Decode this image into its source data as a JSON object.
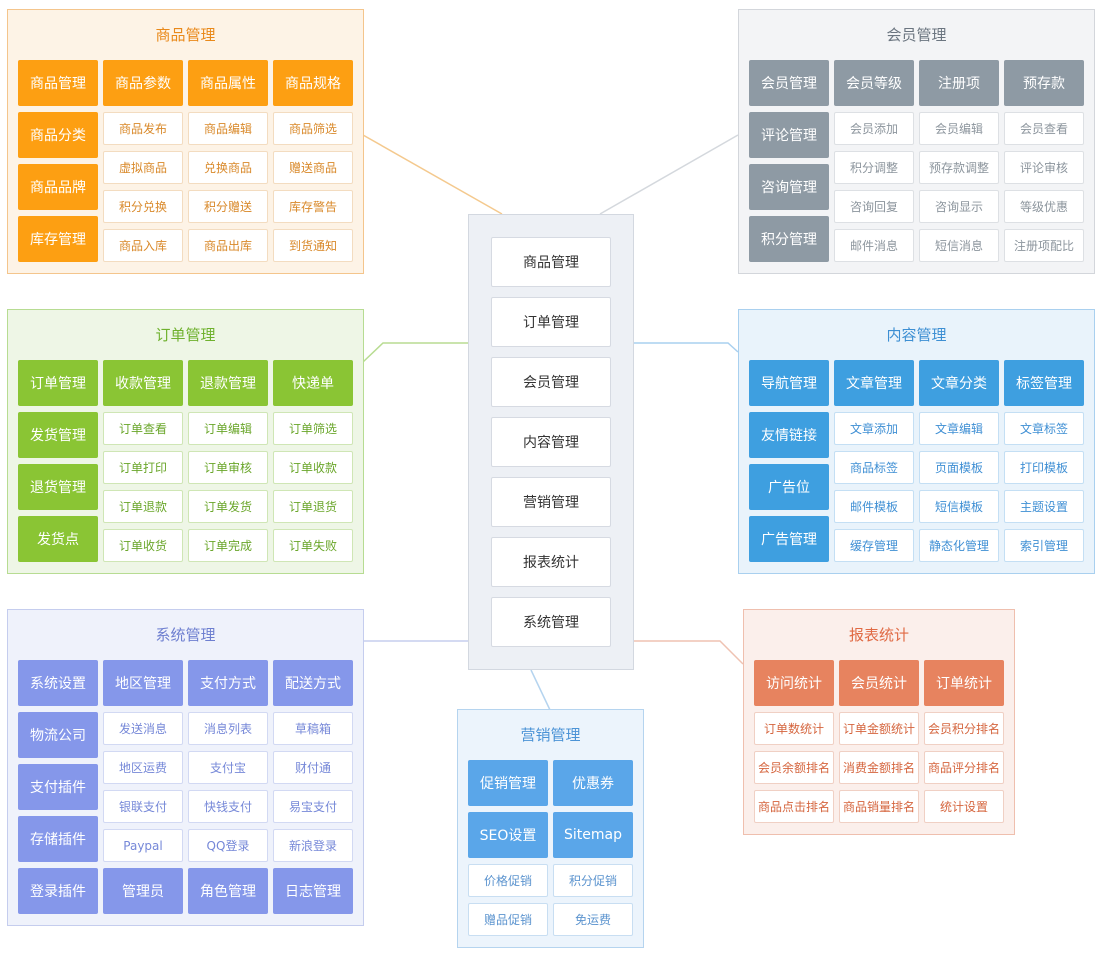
{
  "center": {
    "items": [
      "商品管理",
      "订单管理",
      "会员管理",
      "内容管理",
      "营销管理",
      "报表统计",
      "系统管理"
    ]
  },
  "colors": {
    "goods": "#fd9f12",
    "member": "#8e9aa4",
    "order": "#8ac534",
    "content": "#3e9fe0",
    "system": "#8597ea",
    "report": "#e7835f",
    "marketing": "#5aa6e9"
  },
  "goods": {
    "title": "商品管理",
    "solid": [
      "商品管理",
      "商品参数",
      "商品属性",
      "商品规格",
      "商品分类",
      "商品品牌",
      "库存管理"
    ],
    "outline": [
      "商品发布",
      "商品编辑",
      "商品筛选",
      "虚拟商品",
      "兑换商品",
      "赠送商品",
      "积分兑换",
      "积分赠送",
      "库存警告",
      "商品入库",
      "商品出库",
      "到货通知"
    ]
  },
  "member": {
    "title": "会员管理",
    "solid": [
      "会员管理",
      "会员等级",
      "注册项",
      "预存款",
      "评论管理",
      "咨询管理",
      "积分管理"
    ],
    "outline": [
      "会员添加",
      "会员编辑",
      "会员查看",
      "积分调整",
      "预存款调整",
      "评论审核",
      "咨询回复",
      "咨询显示",
      "等级优惠",
      "邮件消息",
      "短信消息",
      "注册项配比"
    ]
  },
  "order": {
    "title": "订单管理",
    "solid": [
      "订单管理",
      "收款管理",
      "退款管理",
      "快递单",
      "发货管理",
      "退货管理",
      "发货点"
    ],
    "outline": [
      "订单查看",
      "订单编辑",
      "订单筛选",
      "订单打印",
      "订单审核",
      "订单收款",
      "订单退款",
      "订单发货",
      "订单退货",
      "订单收货",
      "订单完成",
      "订单失败"
    ]
  },
  "content": {
    "title": "内容管理",
    "solid": [
      "导航管理",
      "文章管理",
      "文章分类",
      "标签管理",
      "友情链接",
      "广告位",
      "广告管理"
    ],
    "outline": [
      "文章添加",
      "文章编辑",
      "文章标签",
      "商品标签",
      "页面模板",
      "打印模板",
      "邮件模板",
      "短信模板",
      "主题设置",
      "缓存管理",
      "静态化管理",
      "索引管理"
    ]
  },
  "system": {
    "title": "系统管理",
    "solid": [
      "系统设置",
      "地区管理",
      "支付方式",
      "配送方式",
      "物流公司",
      "支付插件",
      "存储插件",
      "登录插件",
      "管理员",
      "角色管理",
      "日志管理"
    ],
    "outline": [
      "发送消息",
      "消息列表",
      "草稿箱",
      "地区运费",
      "支付宝",
      "财付通",
      "银联支付",
      "快钱支付",
      "易宝支付",
      "Paypal",
      "QQ登录",
      "新浪登录"
    ]
  },
  "report": {
    "title": "报表统计",
    "solid": [
      "访问统计",
      "会员统计",
      "订单统计"
    ],
    "outline": [
      "订单数统计",
      "订单金额统计",
      "会员积分排名",
      "会员余额排名",
      "消费金额排名",
      "商品评分排名",
      "商品点击排名",
      "商品销量排名",
      "统计设置"
    ]
  },
  "marketing": {
    "title": "营销管理",
    "solid": [
      "促销管理",
      "优惠券",
      "SEO设置",
      "Sitemap"
    ],
    "outline": [
      "价格促销",
      "积分促销",
      "赠品促销",
      "免运费"
    ]
  }
}
